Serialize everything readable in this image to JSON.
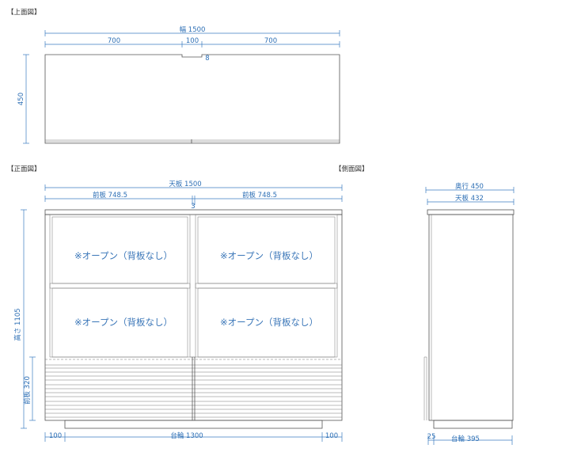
{
  "sections": {
    "top_view": "【上面図】",
    "front_view": "【正面図】",
    "side_view": "【側面図】"
  },
  "top_dims": {
    "width_total": "幅  1500",
    "left": "700",
    "center": "100",
    "right": "700",
    "depth": "450",
    "notch": "8"
  },
  "front_dims": {
    "top_board": "天板  1500",
    "front_left": "前板  748.5",
    "front_right": "前板  748.5",
    "gap": "3",
    "height": "高さ  1105",
    "front_height": "前板  320",
    "base_left": "100",
    "base_center": "台輪 1300",
    "base_right": "100"
  },
  "open_label": "※オープン（背板なし）",
  "side_dims": {
    "depth": "奥行  450",
    "top_board": "天板  432",
    "base_offset": "25",
    "base": "台輪 395"
  },
  "colors": {
    "dimension": "#3c7cc0",
    "outline": "#555555"
  }
}
